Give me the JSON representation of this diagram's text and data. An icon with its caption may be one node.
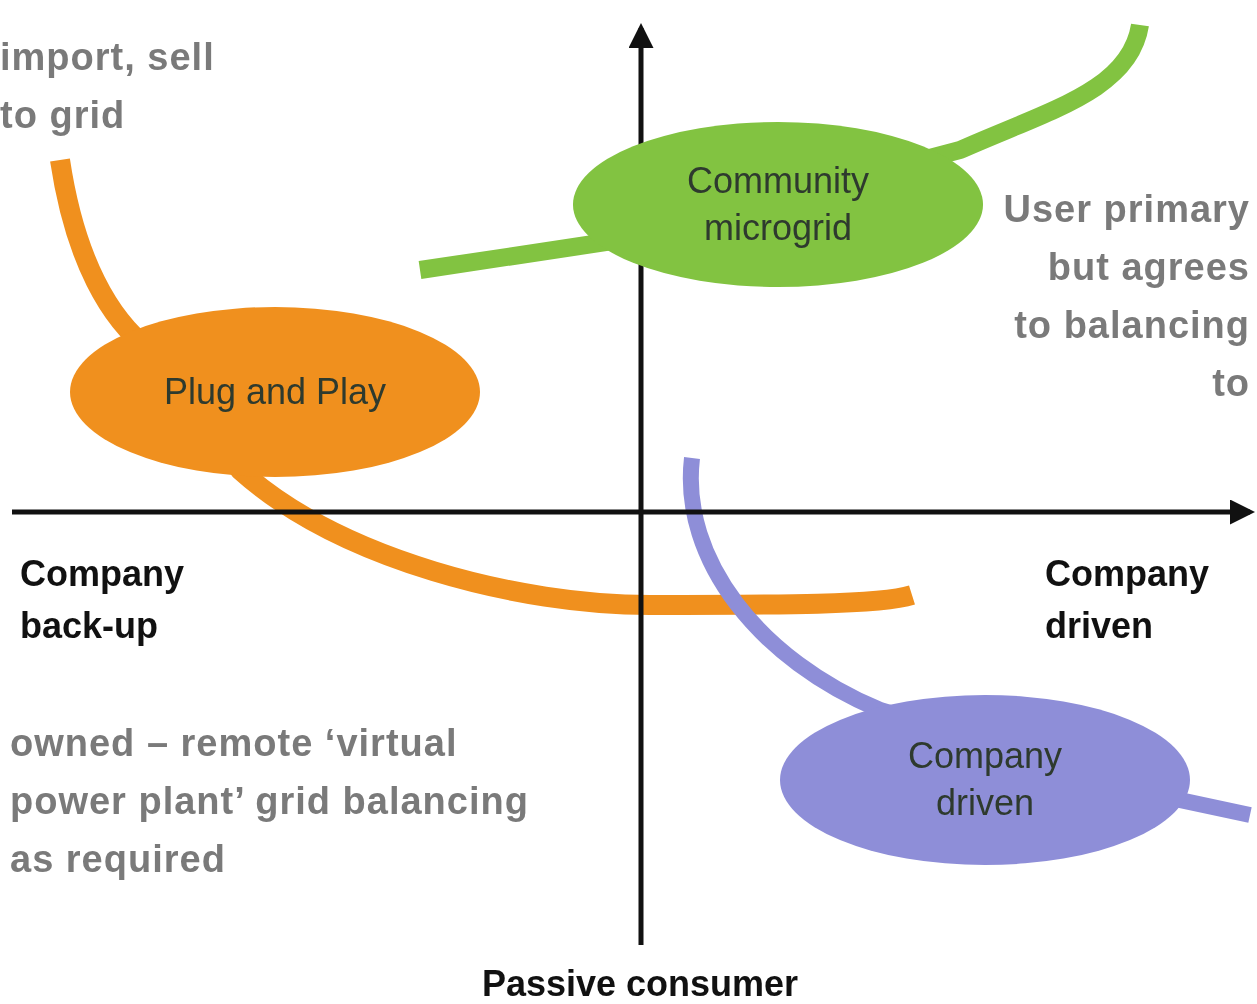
{
  "diagram": {
    "nodes": [
      {
        "text": [
          "Community microgrid"
        ]
      },
      {
        "text": [
          "Plug and Play"
        ]
      },
      {
        "text": [
          "Company driven"
        ]
      }
    ],
    "edges": [],
    "labels": [
      "import, sell to grid",
      "User primary but agrees to balancing to",
      "Company back-up",
      "Company driven",
      "owned – remote ‘virtual power plant’ grid balancing as required",
      "Passive consumer"
    ]
  }
}
